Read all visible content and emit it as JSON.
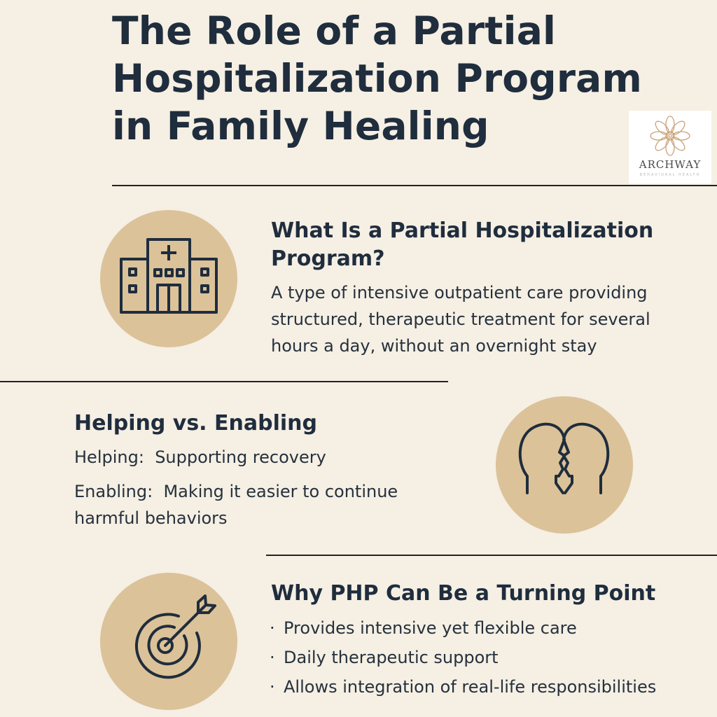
{
  "title": {
    "line1": "The Role of a Partial",
    "line2": "Hospitalization Program",
    "line3": "in Family Healing"
  },
  "logo": {
    "name": "ARCHWAY",
    "subtitle": "BEHAVIORAL HEALTH",
    "icon": "mandala-icon",
    "color": "#c9a27a"
  },
  "sections": {
    "php": {
      "heading": "What Is a Partial Hospitalization Program?",
      "body": "A type of intensive outpatient care providing structured, therapeutic treatment for several hours a day, without an overnight stay",
      "icon": "hospital-icon"
    },
    "helping": {
      "heading": "Helping vs. Enabling",
      "helping_label": "Helping:",
      "helping_text": "Supporting recovery",
      "enabling_label": "Enabling:",
      "enabling_text": "Making it easier to continue harmful behaviors",
      "icon": "two-faces-icon"
    },
    "turning": {
      "heading": "Why PHP Can Be a Turning Point",
      "bullets": [
        "Provides intensive yet flexible care",
        "Daily therapeutic support",
        "Allows integration of real-life responsibilities"
      ],
      "icon": "target-arrow-icon"
    }
  },
  "colors": {
    "background": "#f5efe4",
    "circle": "#dcc299",
    "text": "#1f2d3d",
    "rule": "#232323"
  }
}
